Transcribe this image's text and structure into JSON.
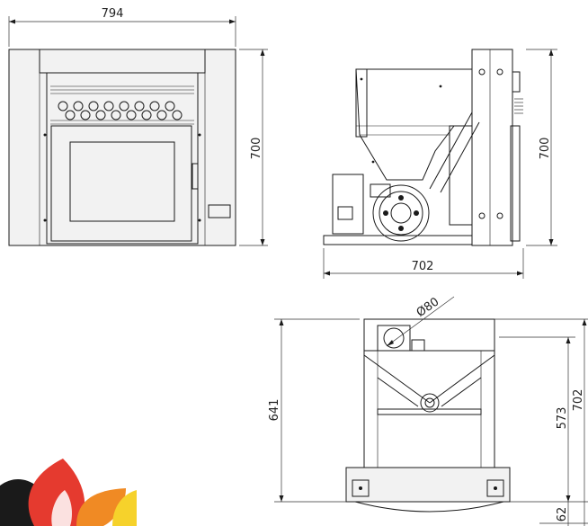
{
  "front_view": {
    "width_dim": "794",
    "height_dim": "700"
  },
  "side_view": {
    "height_dim": "700",
    "depth_dim": "702"
  },
  "top_view": {
    "flue_dim": "Ø80",
    "left_dim": "641",
    "right_dim_1": "573",
    "right_dim_2": "702",
    "bottom_dim": "62"
  },
  "logo": {
    "colors": [
      "#1a1a1a",
      "#e53a2f",
      "#f08a24",
      "#f6d22b"
    ]
  }
}
